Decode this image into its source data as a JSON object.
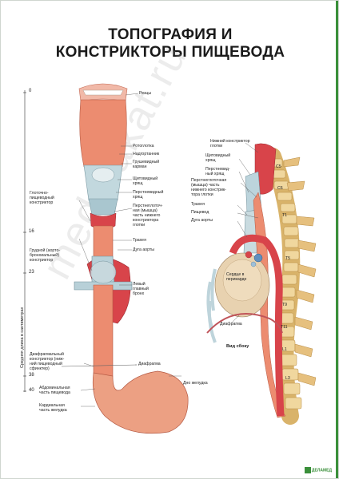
{
  "title": {
    "line1": "ТОПОГРАФИЯ И",
    "line2": "КОНСТРИКТОРЫ ПИЩЕВОДА"
  },
  "scale": {
    "title": "Средняя длина в сантиметрах",
    "marks": [
      "0",
      "16",
      "23",
      "38",
      "40"
    ]
  },
  "left_labels": {
    "pharyngo_constrictor": "Глоточно-\nпищеводный\nконстриктор",
    "thoracic_constrictor": "Грудной (аорто-\nбронхиальный)\nконстриктор",
    "diaphragmatic_constrictor": "Диафрагмальный\nконстриктор (ниж-\nний пищеводный\nсфинктер)",
    "abdominal_part": "Абдоминальная\nчасть пищевода",
    "cardiac_part": "Кардиальная\nчасть желудка"
  },
  "right_labels": {
    "incisors": "Резцы",
    "oropharynx": "Ротоглотка",
    "epiglottis": "Надгортанник",
    "pear_fossa": "Грушевидный\nкарман",
    "thyroid_cartilage": "Щитовидный\nхрящ",
    "cricoid_cartilage": "Перстневидный\nхрящ",
    "cricopharyngeus": "Перстнеглоточ-\nная (мышца)\nчасть нижнего\nконстриктора\nглотки",
    "trachea": "Трахея",
    "aortic_arch": "Дуга аорты",
    "left_bronchus": "Левый\nглавный\nбронх",
    "diaphragm": "Диафрагма",
    "stomach_fundus": "Дно желудка"
  },
  "side_labels": {
    "lower_constrictor": "Нижний констриктор\nглотки",
    "thyroid": "Щитовидный\nхрящ",
    "cricoid": "Перстневид-\nный хрящ",
    "cricopharyngeus": "Перстнеглоточная\n(мышца) часть\nнижнего констрик-\nтора глотки",
    "trachea": "Трахея",
    "esophagus": "Пищевод",
    "aortic_arch": "Дуга аорты",
    "heart": "Сердце в\nперикарде",
    "diaphragm": "Диафрагма",
    "view": "Вид сбоку"
  },
  "vertebrae": [
    "C5",
    "C6",
    "T1",
    "T5",
    "T9",
    "T11",
    "L1",
    "L3"
  ],
  "watermark": "medplakat.ru",
  "logo": "ДЕЛАМЕД",
  "colors": {
    "esophagus": "#e8836a",
    "stomach": "#e89a7a",
    "cartilage": "#bcd4dc",
    "muscle": "#d8444a",
    "spine": "#e8c98a",
    "heart": "#e8d2b0",
    "accent": "#3a8f3a"
  }
}
